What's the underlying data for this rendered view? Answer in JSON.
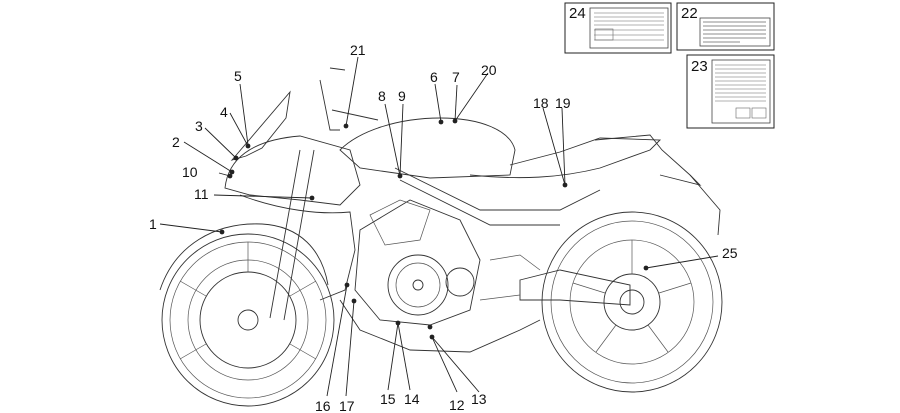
{
  "callouts": [
    {
      "n": "1"
    },
    {
      "n": "2"
    },
    {
      "n": "3"
    },
    {
      "n": "4"
    },
    {
      "n": "5"
    },
    {
      "n": "6"
    },
    {
      "n": "7"
    },
    {
      "n": "8"
    },
    {
      "n": "9"
    },
    {
      "n": "10"
    },
    {
      "n": "11"
    },
    {
      "n": "12"
    },
    {
      "n": "13"
    },
    {
      "n": "14"
    },
    {
      "n": "15"
    },
    {
      "n": "16"
    },
    {
      "n": "17"
    },
    {
      "n": "18"
    },
    {
      "n": "19"
    },
    {
      "n": "20"
    },
    {
      "n": "21"
    },
    {
      "n": "22"
    },
    {
      "n": "23"
    },
    {
      "n": "24"
    },
    {
      "n": "25"
    }
  ]
}
